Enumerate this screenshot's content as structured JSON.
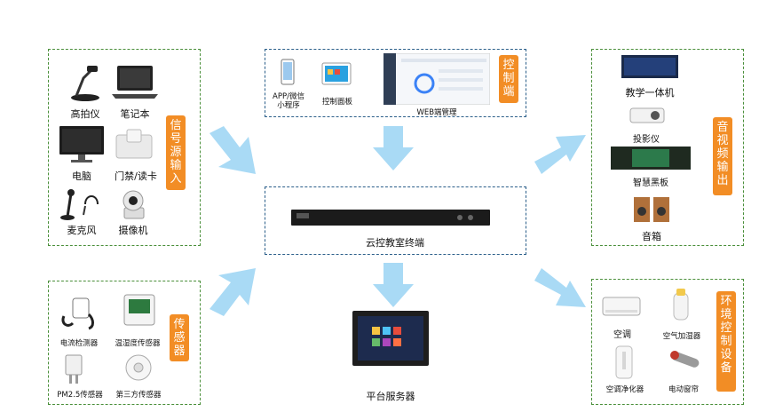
{
  "signal_input": {
    "tag": "信号源输入",
    "devices": [
      "高拍仪",
      "笔记本",
      "电脑",
      "门禁/读卡",
      "麦克风",
      "摄像机"
    ]
  },
  "sensors": {
    "tag": "传感器",
    "devices": [
      "电流检测器",
      "温湿度传感器",
      "PM2.5传感器",
      "第三方传感器"
    ]
  },
  "control": {
    "tag": "控制端",
    "devices": [
      "APP/微信\n小程序",
      "控制面板",
      "WEB端管理"
    ]
  },
  "terminal": {
    "label": "云控教室终端"
  },
  "server": {
    "label": "平台服务器"
  },
  "av_output": {
    "tag": "音视频输出",
    "devices": [
      "教学一体机",
      "投影仪",
      "智慧黑板",
      "音箱"
    ]
  },
  "env_control": {
    "tag": "环境控制设备",
    "devices": [
      "空调",
      "空气加湿器",
      "空调净化器",
      "电动窗帘"
    ]
  },
  "colors": {
    "arrow": "#a9daf5",
    "tag": "#f28d25",
    "border_green": "#4a8f3a",
    "border_blue": "#2b5f8a"
  }
}
